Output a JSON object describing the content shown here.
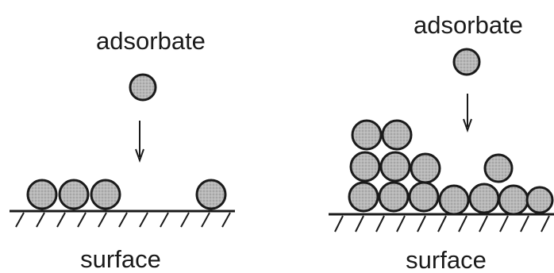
{
  "panels": [
    {
      "id": "left",
      "adsorbate_label": "adsorbate",
      "surface_label": "surface"
    },
    {
      "id": "right",
      "adsorbate_label": "adsorbate",
      "surface_label": "surface"
    }
  ],
  "colors": {
    "ink": "#1a1a1a",
    "particle_fill": "#b8b8b8",
    "background": "#ffffff"
  }
}
